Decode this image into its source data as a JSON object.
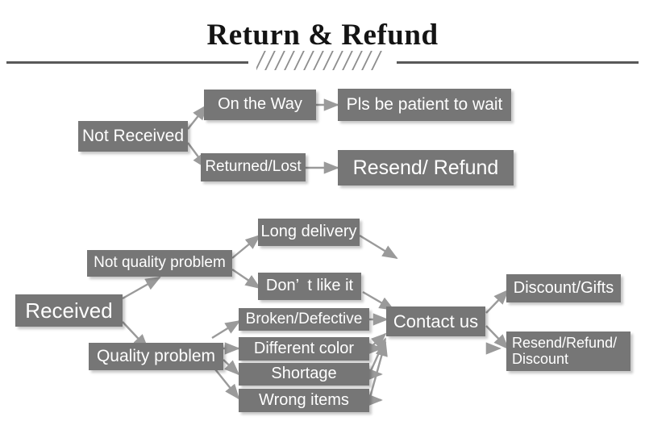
{
  "header": {
    "title": "Return & Refund",
    "divider_icon": "hatched-divider",
    "hatch_count": 13
  },
  "colors": {
    "node_fill": "#767676",
    "node_text": "#ffffff",
    "arrow": "#9a9a9a",
    "rule": "#585858",
    "title_text": "#141414",
    "background": "#ffffff"
  },
  "flow": {
    "branches": [
      {
        "id": "not-received",
        "root": "Not Received",
        "children": [
          {
            "label": "On the Way",
            "result": "Pls be patient to wait"
          },
          {
            "label": "Returned/Lost",
            "result": "Resend/ Refund"
          }
        ]
      },
      {
        "id": "received",
        "root": "Received",
        "children": [
          {
            "label": "Not quality problem",
            "reasons": [
              "Long delivery",
              "Don’  t like it"
            ]
          },
          {
            "label": "Quality problem",
            "reasons": [
              "Broken/Defective",
              "Different color",
              "Shortage",
              "Wrong items"
            ]
          }
        ],
        "hub": "Contact us",
        "outcomes": [
          "Discount/Gifts",
          "Resend/Refund/\nDiscount"
        ]
      }
    ]
  },
  "nodes": {
    "not_received": "Not Received",
    "on_the_way": "On the Way",
    "returned_lost": "Returned/Lost",
    "pls_be_patient": "Pls be patient to wait",
    "resend_refund": "Resend/ Refund",
    "received": "Received",
    "not_quality_problem": "Not quality problem",
    "quality_problem": "Quality problem",
    "long_delivery": "Long delivery",
    "dont_like_it": "Don’  t like it",
    "broken_defective": "Broken/Defective",
    "different_color": "Different color",
    "shortage": "Shortage",
    "wrong_items": "Wrong items",
    "contact_us": "Contact us",
    "discount_gifts": "Discount/Gifts",
    "resend_refund_discount": "Resend/Refund/\nDiscount"
  }
}
